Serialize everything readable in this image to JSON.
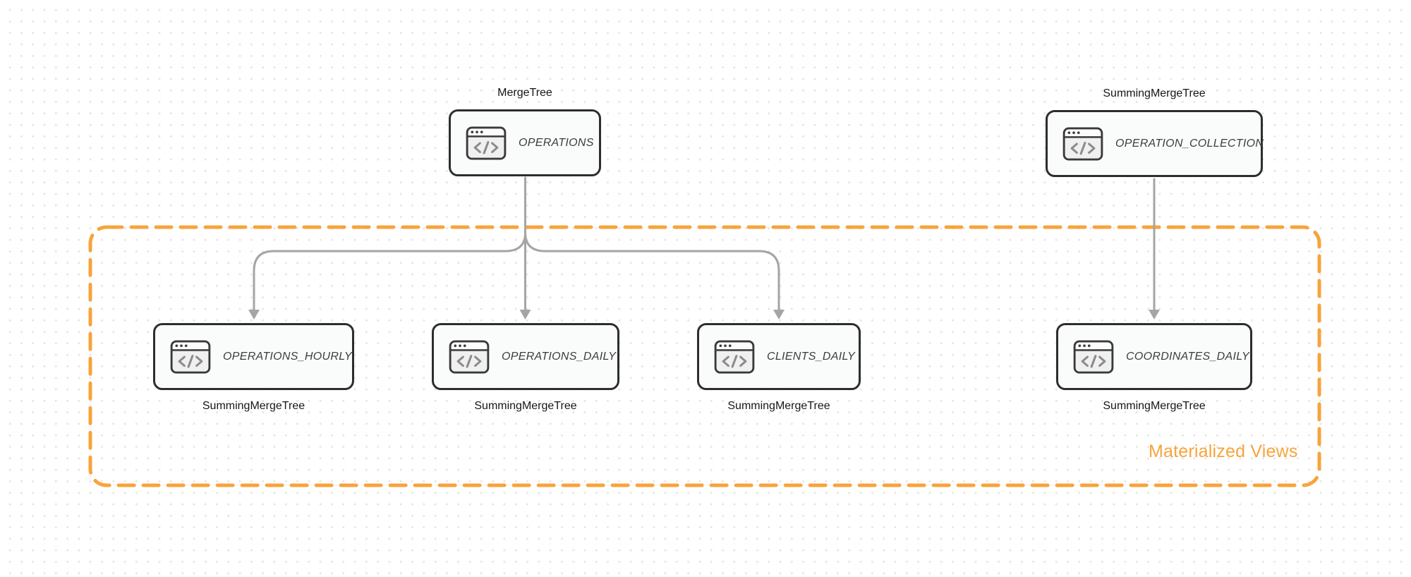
{
  "diagram": {
    "group": {
      "label": "Materialized Views"
    },
    "nodes": [
      {
        "id": "operations",
        "engine": "MergeTree",
        "name": "OPERATIONS",
        "icon": "code-window-icon",
        "engine_label_position": "top"
      },
      {
        "id": "operation_collection",
        "engine": "SummingMergeTree",
        "name": "OPERATION_COLLECTION",
        "icon": "code-window-icon",
        "engine_label_position": "top"
      },
      {
        "id": "operations_hourly",
        "engine": "SummingMergeTree",
        "name": "OPERATIONS_HOURLY",
        "icon": "code-window-icon",
        "engine_label_position": "bottom"
      },
      {
        "id": "operations_daily",
        "engine": "SummingMergeTree",
        "name": "OPERATIONS_DAILY",
        "icon": "code-window-icon",
        "engine_label_position": "bottom"
      },
      {
        "id": "clients_daily",
        "engine": "SummingMergeTree",
        "name": "CLIENTS_DAILY",
        "icon": "code-window-icon",
        "engine_label_position": "bottom"
      },
      {
        "id": "coordinates_daily",
        "engine": "SummingMergeTree",
        "name": "COORDINATES_DAILY",
        "icon": "code-window-icon",
        "engine_label_position": "bottom"
      }
    ],
    "edges": [
      {
        "from": "OPERATIONS",
        "to": "OPERATIONS_HOURLY"
      },
      {
        "from": "OPERATIONS",
        "to": "OPERATIONS_DAILY"
      },
      {
        "from": "OPERATIONS",
        "to": "CLIENTS_DAILY"
      },
      {
        "from": "OPERATION_COLLECTION",
        "to": "COORDINATES_DAILY"
      }
    ],
    "colors": {
      "group_border": "#F7A43C",
      "group_label": "#F7A43C",
      "connector": "#A5A5A5",
      "node_border": "#2D2D2D",
      "node_fill": "#FAFBFB",
      "node_text": "#3C3C3C",
      "engine_text": "#161616",
      "icon_stroke": "#3A3A3A",
      "icon_glyph": "#8C8C8C",
      "grid_dot": "#E5E5E5"
    }
  }
}
